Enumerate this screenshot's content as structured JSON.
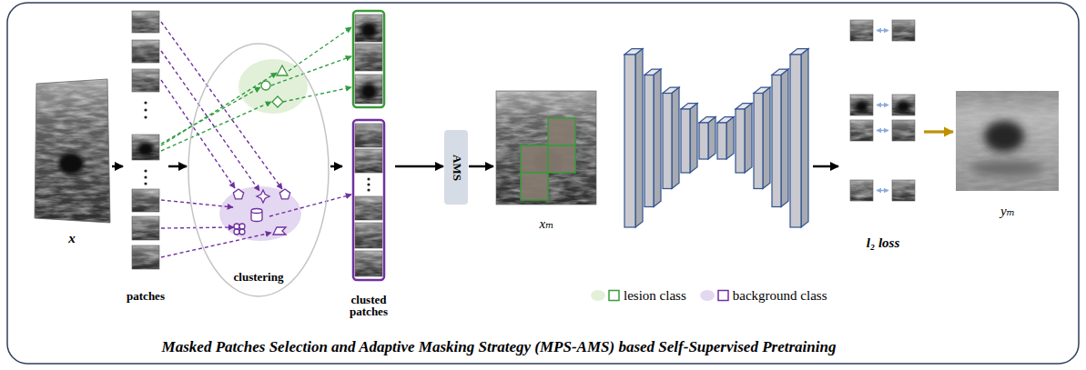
{
  "diagram": {
    "caption": "Masked Patches Selection and Adaptive Masking Strategy (MPS-AMS) based Self-Supervised Pretraining",
    "nodes": [
      {
        "text": [
          "x"
        ]
      },
      {
        "text": [
          "patches"
        ]
      },
      {
        "text": [
          "clustering"
        ]
      },
      {
        "text": [
          "clusted patches"
        ]
      },
      {
        "text": [
          "AMS"
        ]
      },
      {
        "text": [
          "xₘ"
        ]
      },
      {
        "text": [
          "l₂ loss"
        ]
      },
      {
        "text": [
          "yₘ"
        ]
      }
    ],
    "edges": [
      {
        "from": 0,
        "to": 1,
        "arrow": "to"
      },
      {
        "from": 1,
        "to": 2,
        "arrow": "to"
      },
      {
        "from": 2,
        "to": 3,
        "arrow": "to"
      },
      {
        "from": 3,
        "to": 4,
        "arrow": "to"
      },
      {
        "from": 4,
        "to": 5,
        "arrow": "to"
      },
      {
        "from": 6,
        "to": 7,
        "arrow": "to"
      }
    ],
    "legend": [
      {
        "text": "lesion class",
        "color": "#e2f0d9"
      },
      {
        "text": "background class",
        "color": "#e4d7f1"
      }
    ]
  }
}
